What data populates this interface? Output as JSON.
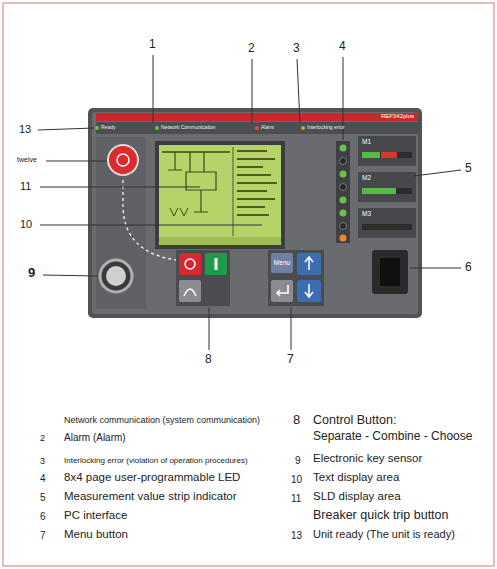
{
  "diagram": {
    "nodes": [
      {
        "text": [
          "REF542plus"
        ]
      },
      {
        "text": [
          "Menu"
        ],
        "in": 0
      }
    ],
    "labels": [
      "1",
      "2",
      "3",
      "4",
      "13",
      "twelve",
      "11",
      "10",
      "9",
      "5",
      "6",
      "8",
      "7",
      "Ready",
      "Network Communication",
      "Alarm",
      "Interlocking error",
      "M1",
      "M2",
      "M3",
      "Network communication (system communication)",
      "2",
      "Alarm (Alarm)",
      "3",
      "Interlocking error (violation of operation procedures)",
      "4",
      "8x4 page user-programmable LED",
      "5",
      "Measurement value strip indicator",
      "6",
      "PC interface",
      "7",
      "Menu button",
      "8",
      "Control Button:",
      "Separate - Combine - Choose",
      "9",
      "Electronic key sensor",
      "10",
      "Text display area",
      "11",
      "SLD display area",
      "Breaker quick trip button",
      "13",
      "Unit ready (The unit is ready)"
    ]
  }
}
